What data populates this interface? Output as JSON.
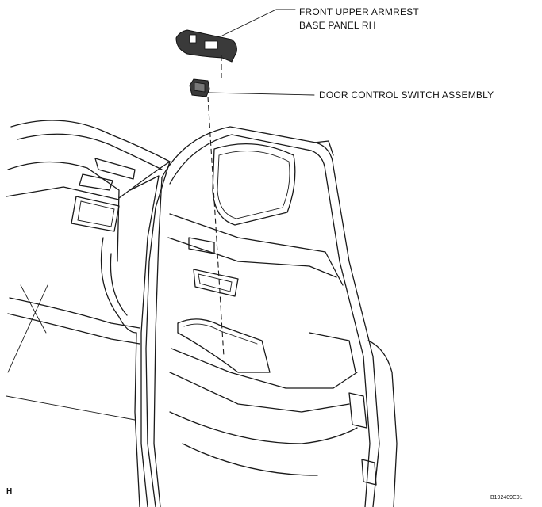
{
  "callouts": {
    "armrest_line1": "FRONT UPPER ARMREST",
    "armrest_line2": "BASE PANEL RH",
    "switch": "DOOR CONTROL SWITCH ASSEMBLY"
  },
  "view_marker": "H",
  "figure_code": "B192409E01",
  "colors": {
    "line": "#1a1a1a",
    "background": "#ffffff"
  }
}
